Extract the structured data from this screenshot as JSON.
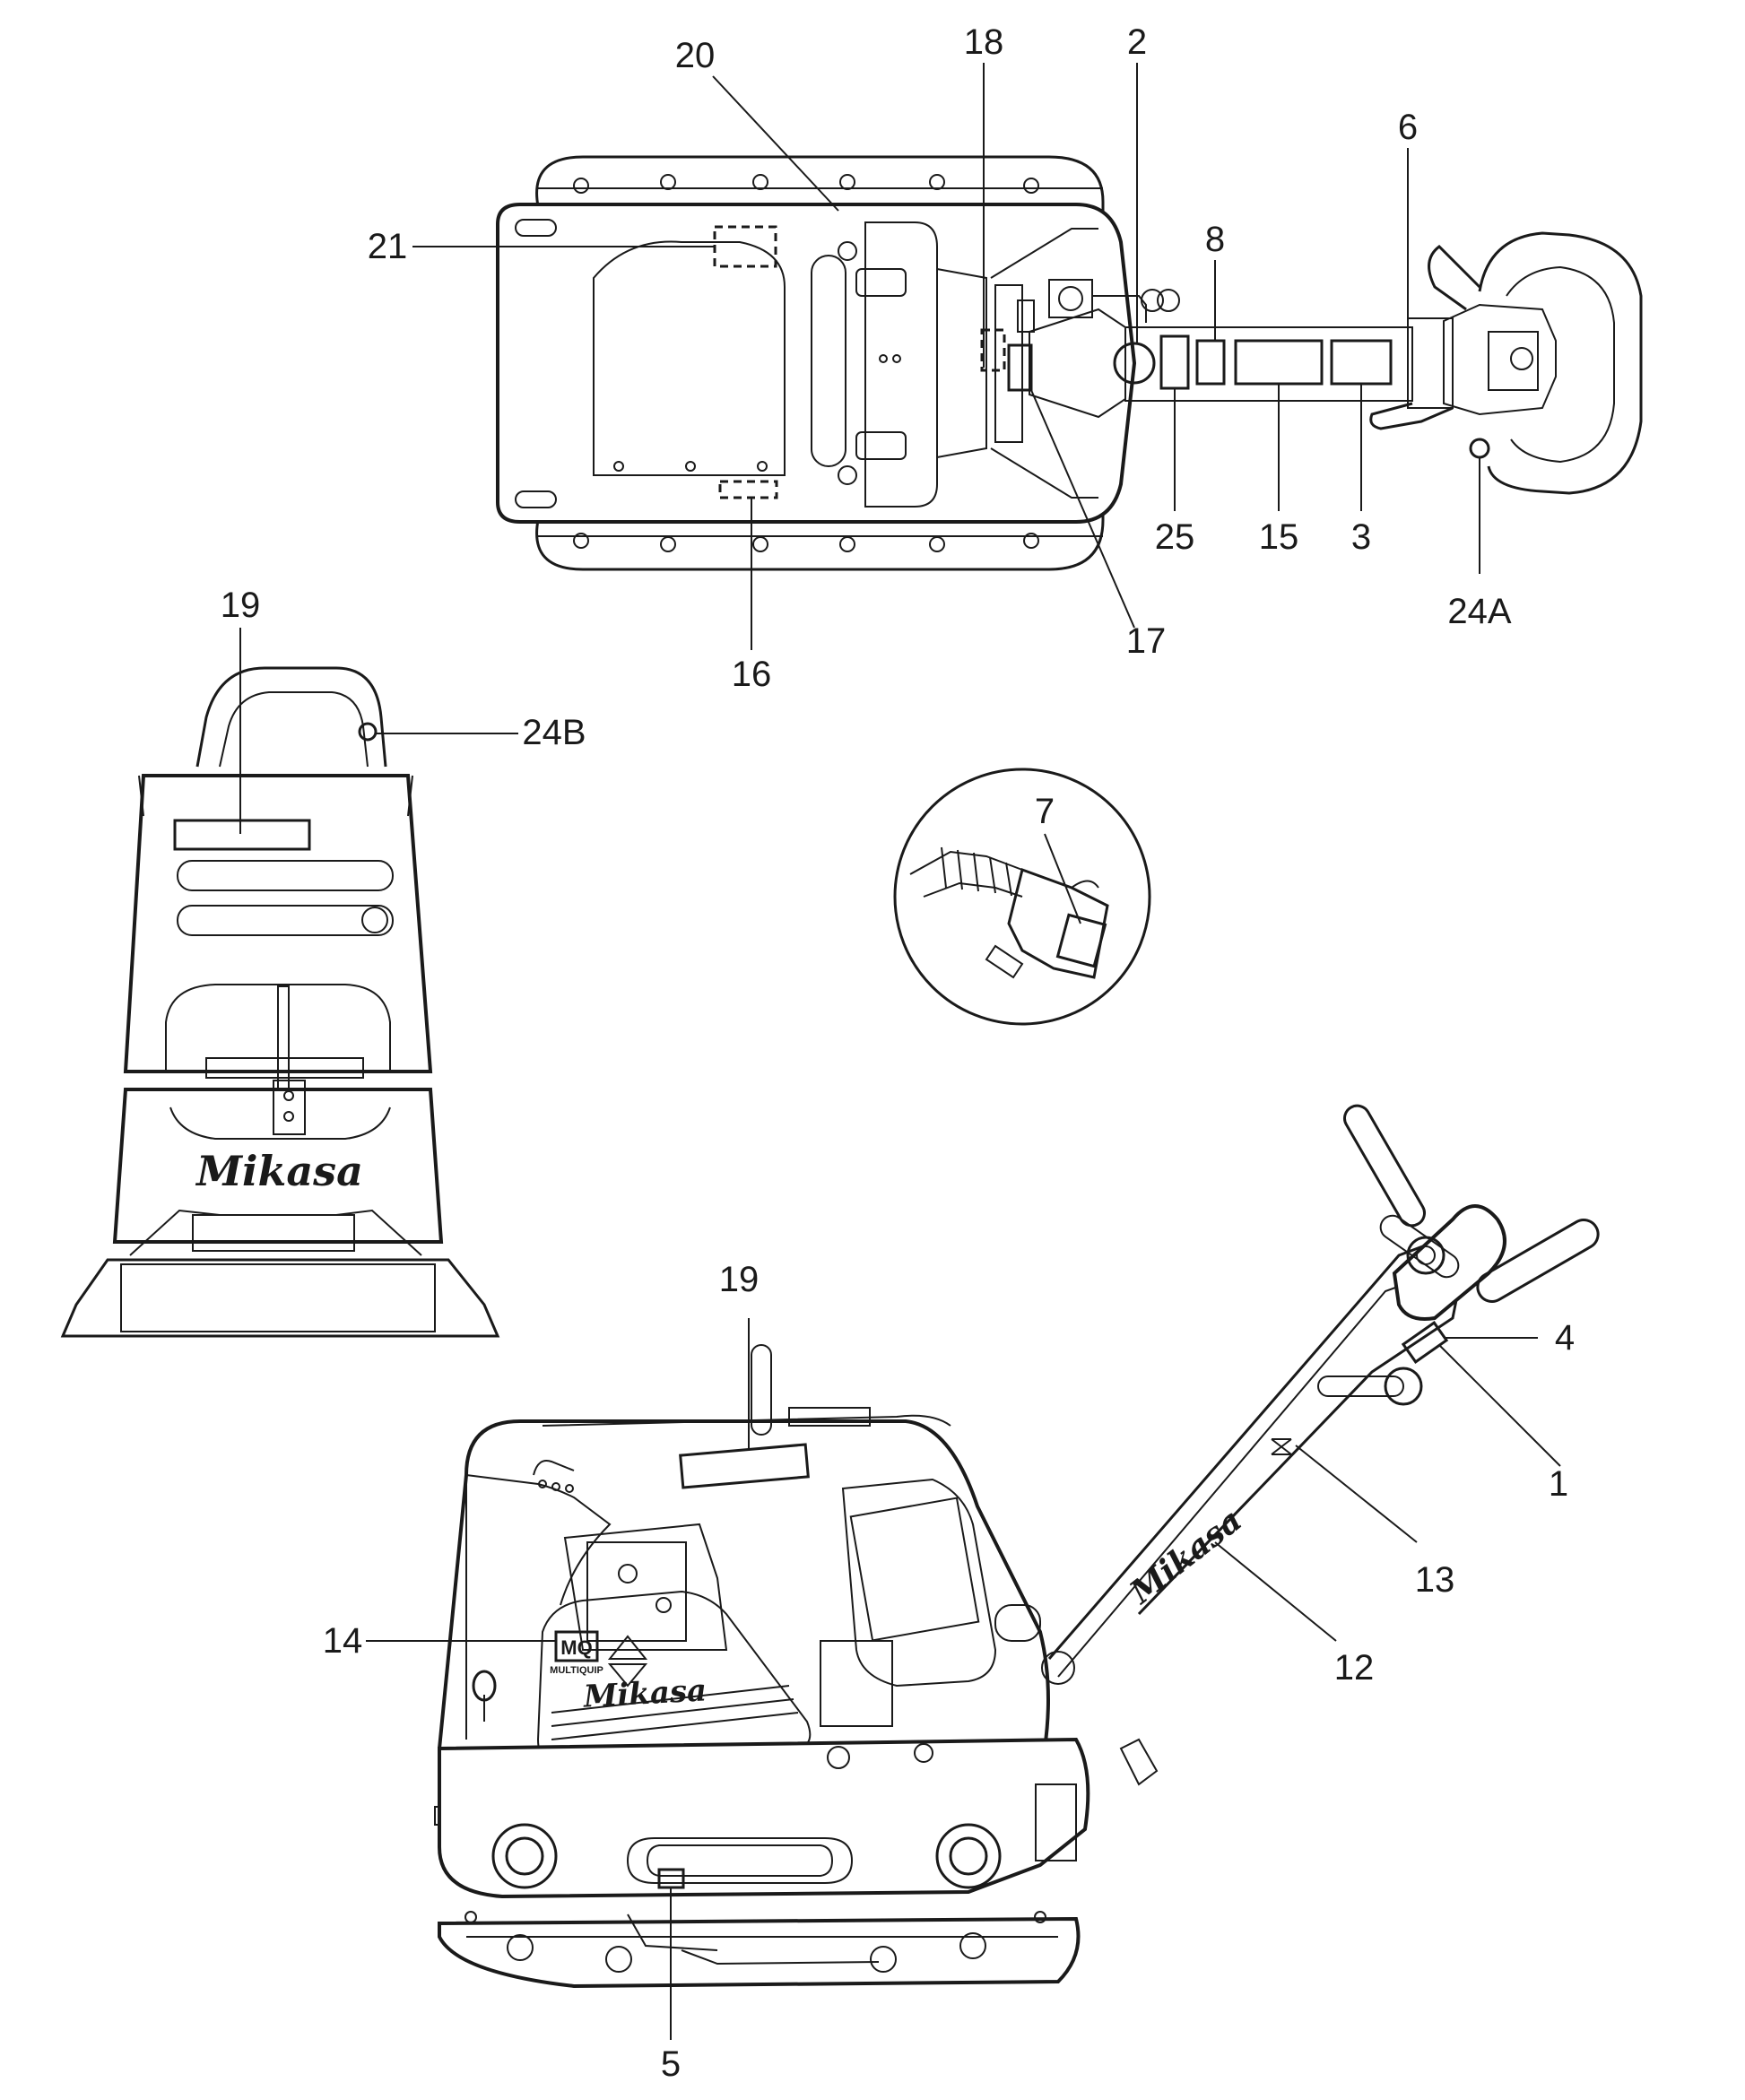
{
  "callouts": {
    "c1": "1",
    "c2": "2",
    "c3": "3",
    "c4": "4",
    "c5": "5",
    "c6": "6",
    "c7": "7",
    "c8": "8",
    "c12": "12",
    "c13": "13",
    "c14": "14",
    "c15": "15",
    "c16": "16",
    "c17": "17",
    "c18": "18",
    "c19_front": "19",
    "c19_side": "19",
    "c20": "20",
    "c21": "21",
    "c24a": "24A",
    "c24b": "24B",
    "c25": "25"
  },
  "brand": {
    "front_logo": "Mikasa",
    "side_logo": "Mikasa",
    "handle_logo": "Mikasa",
    "multiquip_mark": "MQ",
    "multiquip_text": "MULTIQUIP"
  }
}
